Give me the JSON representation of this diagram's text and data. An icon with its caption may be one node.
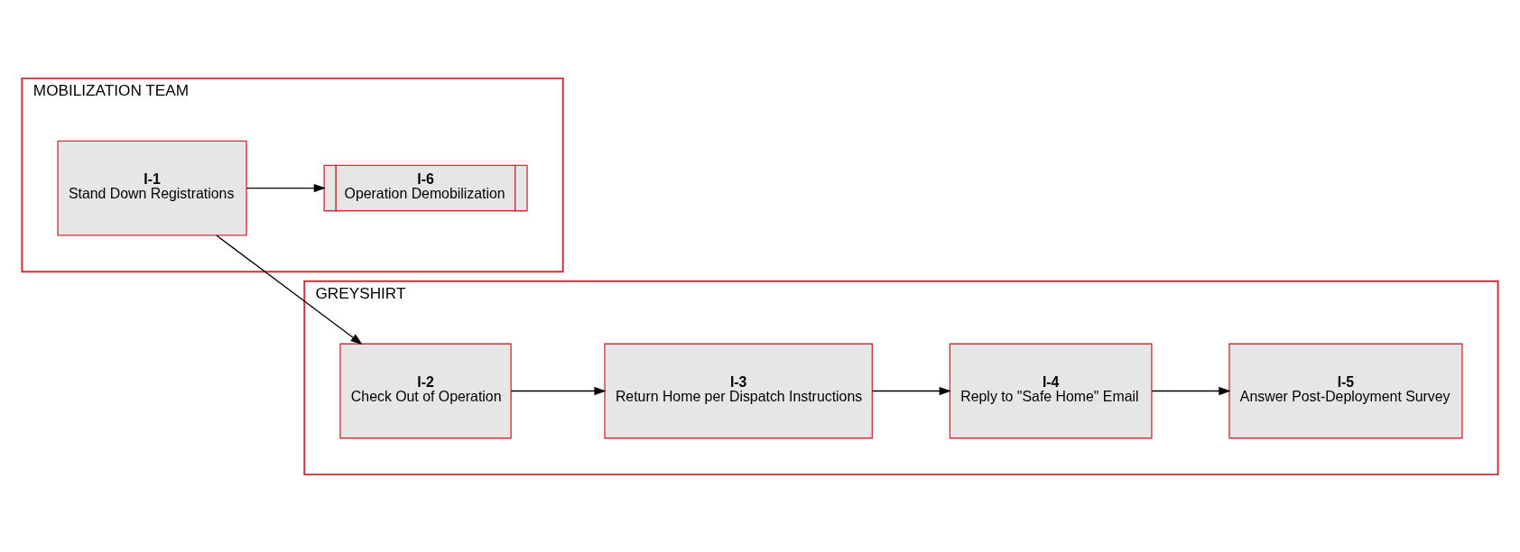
{
  "diagram": {
    "nodes": [
      {
        "text": [
          "MOBILIZATION TEAM"
        ]
      },
      {
        "text": [
          "I-1",
          "Stand Down Registrations"
        ],
        "in": 0
      },
      {
        "text": [
          "I-6",
          "Operation Demobilization"
        ],
        "in": 0
      },
      {
        "text": [
          "GREYSHIRT"
        ]
      },
      {
        "text": [
          "I-2",
          "Check Out of Operation"
        ],
        "in": 3
      },
      {
        "text": [
          "I-3",
          "Return Home per Dispatch Instructions"
        ],
        "in": 3
      },
      {
        "text": [
          "I-4",
          "Reply to \"Safe Home\" Email"
        ],
        "in": 3
      },
      {
        "text": [
          "I-5",
          "Answer Post-Deployment Survey"
        ],
        "in": 3
      }
    ],
    "edges": [
      {
        "from": 1,
        "to": 2,
        "arrow": "to"
      },
      {
        "from": 1,
        "to": 4,
        "arrow": "to"
      },
      {
        "from": 4,
        "to": 5,
        "arrow": "to"
      },
      {
        "from": 5,
        "to": 6,
        "arrow": "to"
      },
      {
        "from": 6,
        "to": 7,
        "arrow": "to"
      }
    ]
  }
}
